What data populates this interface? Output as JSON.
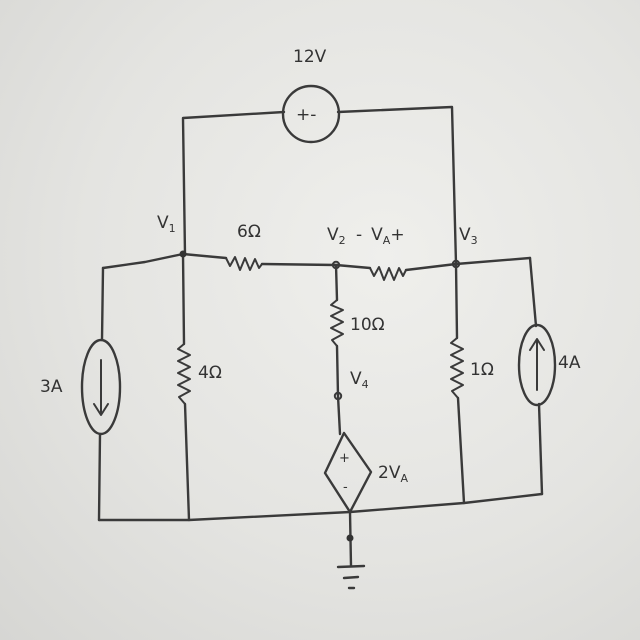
{
  "circuit": {
    "voltage_source": {
      "value": "12V",
      "polarity": "+-"
    },
    "nodes": {
      "v1": {
        "main": "V",
        "sub": "1"
      },
      "v2": {
        "main": "V",
        "sub": "2"
      },
      "v3": {
        "main": "V",
        "sub": "3"
      },
      "v4": {
        "main": "V",
        "sub": "4"
      }
    },
    "vA": {
      "minus": "-",
      "main": "V",
      "sub": "A",
      "plus": "+"
    },
    "resistors": {
      "r6": "6Ω",
      "r10": "10Ω",
      "r4": "4Ω",
      "r1": "1Ω"
    },
    "current_sources": {
      "left": {
        "value": "3A",
        "direction": "down"
      },
      "right": {
        "value": "4A",
        "direction": "up"
      }
    },
    "dependent_source": {
      "coefficient": "2",
      "main": "V",
      "sub": "A",
      "plus": "+",
      "minus": "-"
    }
  }
}
